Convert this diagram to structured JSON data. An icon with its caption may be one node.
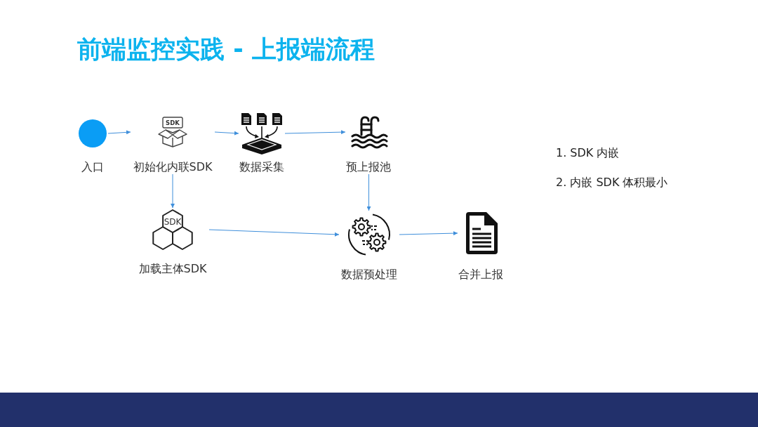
{
  "diagram": {
    "title": "前端监控实践 - 上报端流程",
    "nodes": [
      {
        "text": [
          "入口"
        ]
      },
      {
        "text": [
          "SDK",
          "初始化内联SDK"
        ]
      },
      {
        "text": [
          "数据采集"
        ]
      },
      {
        "text": [
          "预上报池"
        ]
      },
      {
        "text": [
          "SDK",
          "加载主体SDK"
        ]
      },
      {
        "text": [
          "数据预处理"
        ]
      },
      {
        "text": [
          "合并上报"
        ]
      }
    ],
    "edges": [
      {
        "from": 0,
        "to": 1,
        "arrow": "to"
      },
      {
        "from": 1,
        "to": 2,
        "arrow": "to"
      },
      {
        "from": 2,
        "to": 3,
        "arrow": "to"
      },
      {
        "from": 1,
        "to": 4,
        "arrow": "to"
      },
      {
        "from": 3,
        "to": 5,
        "arrow": "to"
      },
      {
        "from": 4,
        "to": 5,
        "arrow": "to"
      },
      {
        "from": 5,
        "to": 6,
        "arrow": "to"
      }
    ],
    "labels": [
      "1. SDK 内嵌",
      "2. 内嵌 SDK 体积最小"
    ]
  }
}
